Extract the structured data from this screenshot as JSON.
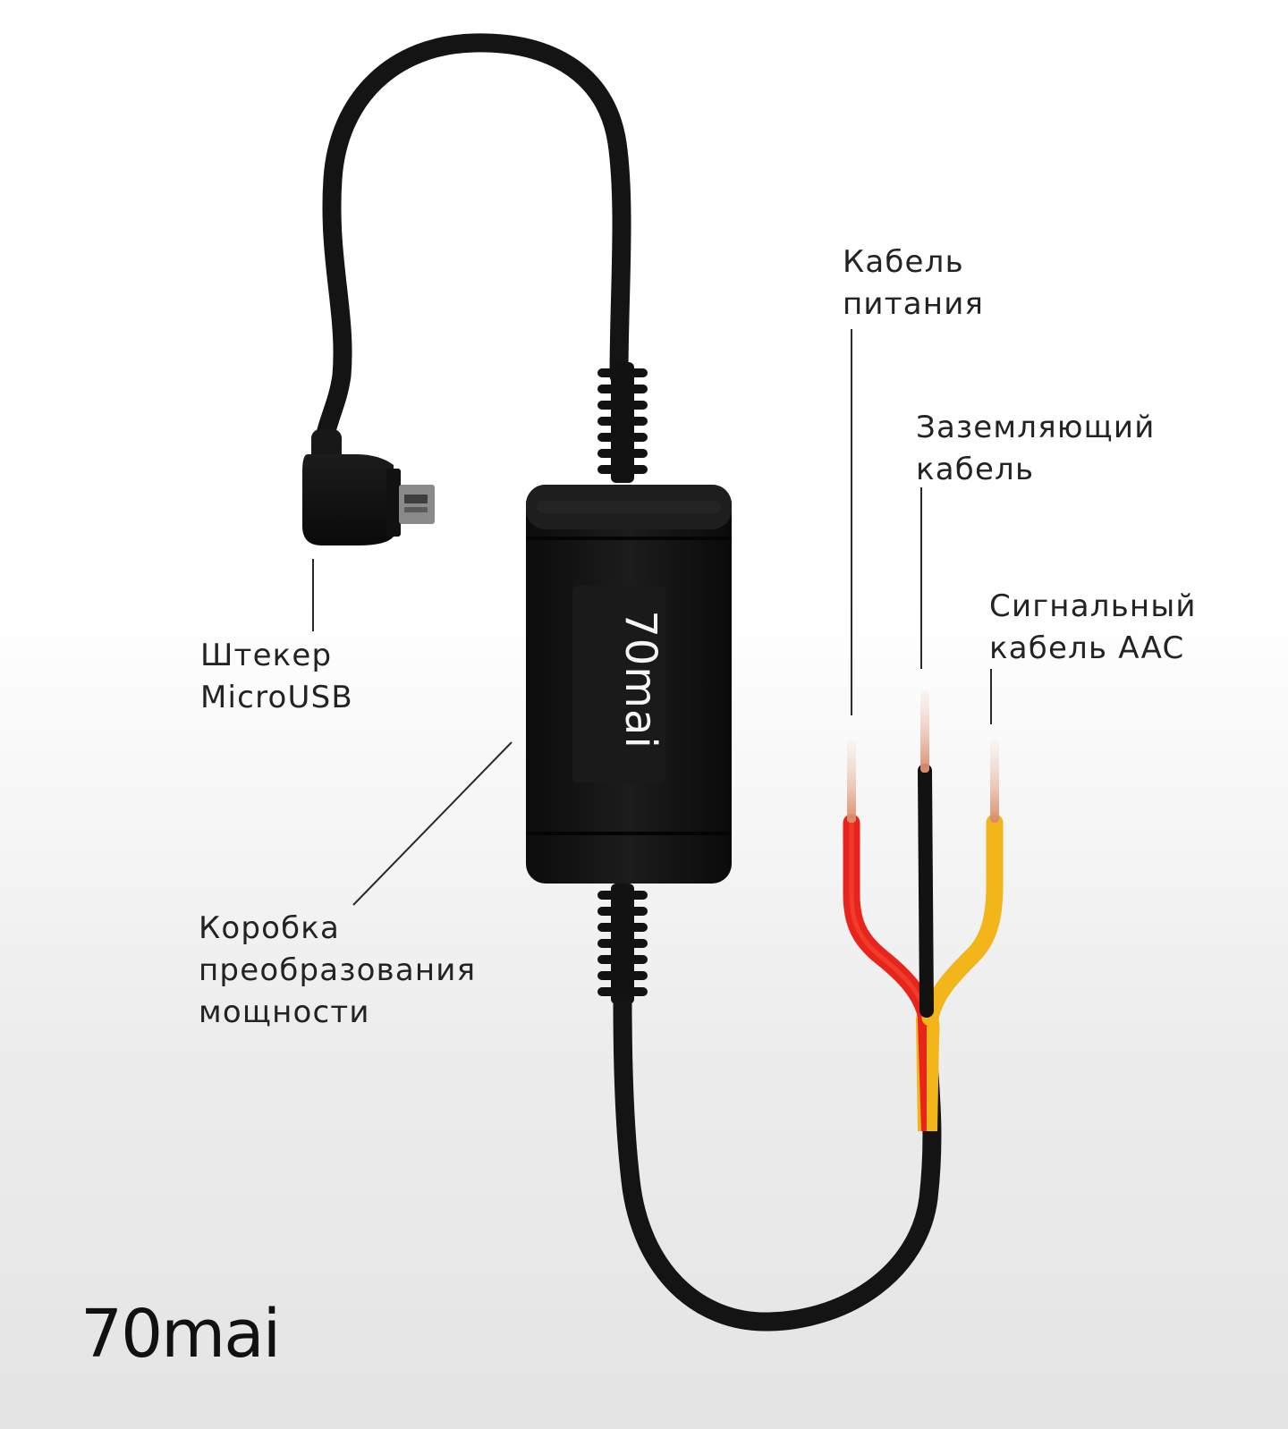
{
  "labels": {
    "power_cable": [
      "Кабель",
      "питания"
    ],
    "ground_cable": [
      "Заземляющий",
      "кабель"
    ],
    "signal_cable": [
      "Сигнальный",
      "кабель AAC"
    ],
    "microusb_plug": [
      "Штекер",
      "MicroUSB"
    ],
    "converter_box": [
      "Коробка",
      "преобразования",
      "мощности"
    ]
  },
  "device_brand": "70mai",
  "logo_text": "70mai",
  "colors": {
    "cable": "#141414",
    "red_wire": "#e8241b",
    "yellow_wire": "#f2b51a",
    "copper": "#e08b6a",
    "pointer": "#2a2a2a"
  }
}
